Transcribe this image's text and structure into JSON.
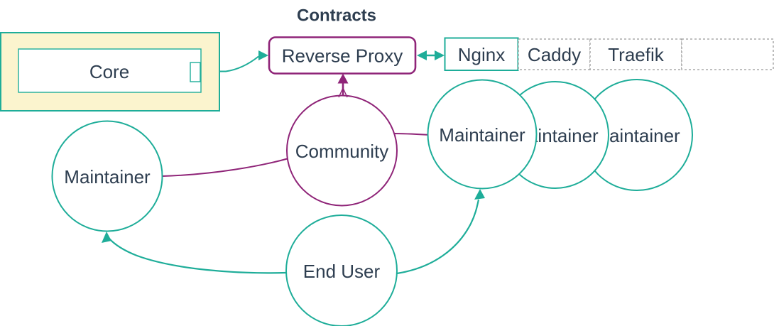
{
  "diagram": {
    "title": "Contracts",
    "colors": {
      "teal": "#1EAD99",
      "purple": "#8F2478",
      "text": "#2E3E50",
      "yellow": "#FBF4CE",
      "dashed": "#999999"
    },
    "core": {
      "label": "Core"
    },
    "reverse_proxy": {
      "label": "Reverse Proxy"
    },
    "proxy_options": [
      {
        "label": "Nginx"
      },
      {
        "label": "Caddy"
      },
      {
        "label": "Traefik"
      },
      {
        "label": ""
      }
    ],
    "community": {
      "label": "Community"
    },
    "maintainer_left": {
      "label": "Maintainer"
    },
    "maintainer_group": [
      {
        "label": "Maintainer"
      },
      {
        "label": "Maintainer"
      },
      {
        "label": "Maintainer"
      }
    ],
    "end_user": {
      "label": "End User"
    }
  }
}
